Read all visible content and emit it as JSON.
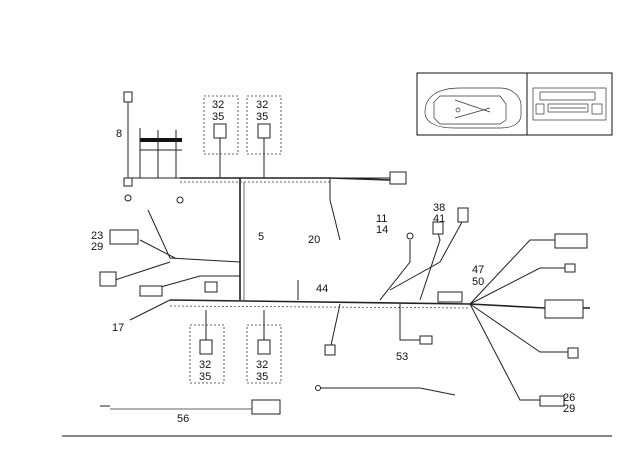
{
  "labels": {
    "l8": "8",
    "l32a": "32",
    "l35a": "35",
    "l32b": "32",
    "l35b": "35",
    "l23": "23",
    "l29a": "29",
    "l5": "5",
    "l20": "20",
    "l11": "11",
    "l14": "14",
    "l38": "38",
    "l41": "41",
    "l47": "47",
    "l50": "50",
    "l44": "44",
    "l17": "17",
    "l32c": "32",
    "l35c": "35",
    "l32d": "32",
    "l35d": "35",
    "l53": "53",
    "l26": "26",
    "l29b": "29",
    "l56": "56"
  }
}
